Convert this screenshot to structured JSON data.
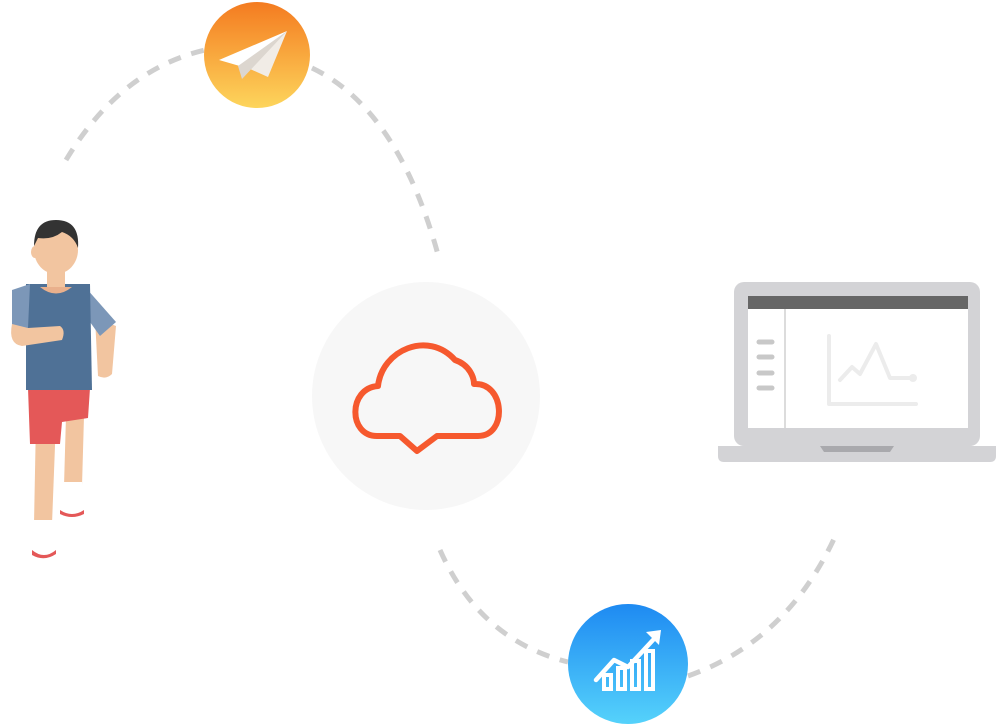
{
  "diagram": {
    "nodes": [
      {
        "id": "runner",
        "icon": "runner-person-icon"
      },
      {
        "id": "send",
        "icon": "paper-plane-icon",
        "colors": [
          "#f47b20",
          "#fdd55c"
        ]
      },
      {
        "id": "cloud",
        "icon": "cloud-chat-icon",
        "colors": [
          "#f6592e",
          "#f7f7f7"
        ]
      },
      {
        "id": "laptop",
        "icon": "laptop-chart-icon",
        "colors": [
          "#d3d3d6",
          "#666666"
        ]
      },
      {
        "id": "analytics",
        "icon": "growth-chart-icon",
        "colors": [
          "#1e8af2",
          "#55d2fb"
        ]
      }
    ],
    "connector_color": "#cfcfcf"
  }
}
